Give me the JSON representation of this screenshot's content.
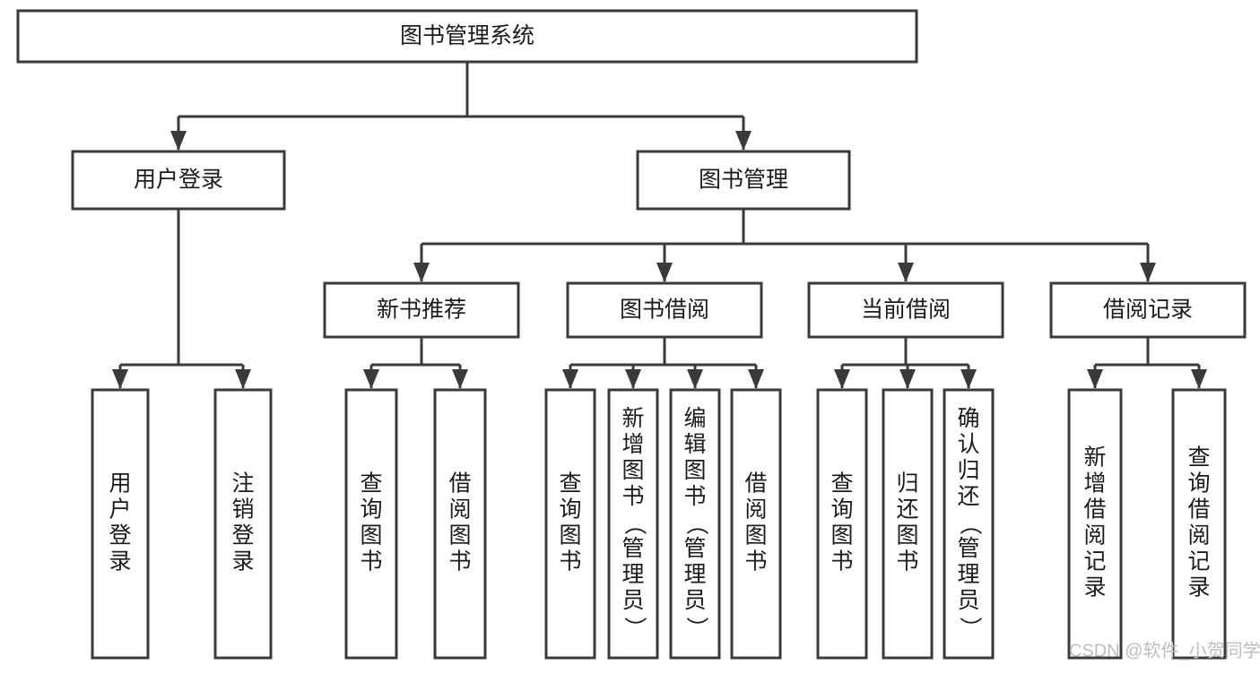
{
  "diagram": {
    "title": "图书管理系统",
    "type": "hierarchy-tree",
    "root": {
      "id": "root",
      "label": "图书管理系统",
      "level": 1
    },
    "level2": [
      {
        "id": "user-login",
        "label": "用户登录"
      },
      {
        "id": "book-manage",
        "label": "图书管理"
      }
    ],
    "level3": [
      {
        "id": "new-book-recommend",
        "label": "新书推荐",
        "parent": "book-manage"
      },
      {
        "id": "book-borrow",
        "label": "图书借阅",
        "parent": "book-manage"
      },
      {
        "id": "current-borrow",
        "label": "当前借阅",
        "parent": "book-manage"
      },
      {
        "id": "borrow-record",
        "label": "借阅记录",
        "parent": "book-manage"
      }
    ],
    "leaves": [
      {
        "id": "leaf-user-login",
        "label": "用户登录",
        "parent": "user-login"
      },
      {
        "id": "leaf-logout-login",
        "label": "注销登录",
        "parent": "user-login"
      },
      {
        "id": "leaf-query-book-1",
        "label": "查询图书",
        "parent": "new-book-recommend"
      },
      {
        "id": "leaf-borrow-book-1",
        "label": "借阅图书",
        "parent": "new-book-recommend"
      },
      {
        "id": "leaf-query-book-2",
        "label": "查询图书",
        "parent": "book-borrow"
      },
      {
        "id": "leaf-add-book",
        "label": "新增图书（管理员）",
        "parent": "book-borrow"
      },
      {
        "id": "leaf-edit-book",
        "label": "编辑图书（管理员）",
        "parent": "book-borrow"
      },
      {
        "id": "leaf-borrow-book-2",
        "label": "借阅图书",
        "parent": "book-borrow"
      },
      {
        "id": "leaf-query-book-3",
        "label": "查询图书",
        "parent": "current-borrow"
      },
      {
        "id": "leaf-return-book",
        "label": "归还图书",
        "parent": "current-borrow"
      },
      {
        "id": "leaf-confirm-return",
        "label": "确认归还（管理员）",
        "parent": "current-borrow"
      },
      {
        "id": "leaf-add-record",
        "label": "新增借阅记录",
        "parent": "borrow-record"
      },
      {
        "id": "leaf-query-record",
        "label": "查询借阅记录",
        "parent": "borrow-record"
      }
    ],
    "colors": {
      "box_stroke": "#3a3a3a",
      "box_fill": "#ffffff",
      "text": "#1b1b1b",
      "connector": "#3a3a3a",
      "watermark": "#bdbdbd",
      "background": "#ffffff"
    }
  },
  "watermark": {
    "text": "CSDN @软件_小贺同学"
  }
}
